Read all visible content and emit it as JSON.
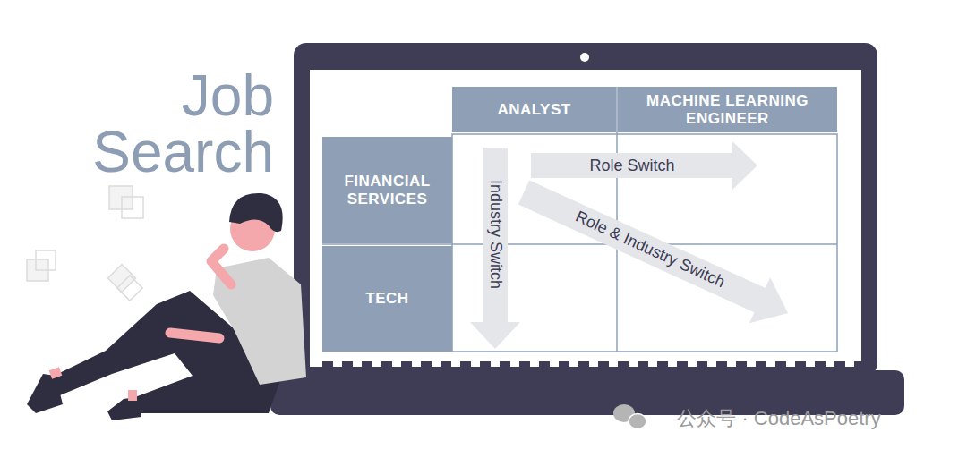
{
  "diagram": {
    "title": "Job Search",
    "nodes": [
      {
        "text": [
          "ANALYST"
        ]
      },
      {
        "text": [
          "MACHINE LEARNING ENGINEER"
        ]
      },
      {
        "text": [
          "FINANCIAL SERVICES"
        ]
      },
      {
        "text": [
          "TECH"
        ]
      }
    ],
    "labels": [
      "Role Switch",
      "Industry Switch",
      "Role & Industry Switch",
      "公众号 · CodeAsPoetry"
    ]
  }
}
